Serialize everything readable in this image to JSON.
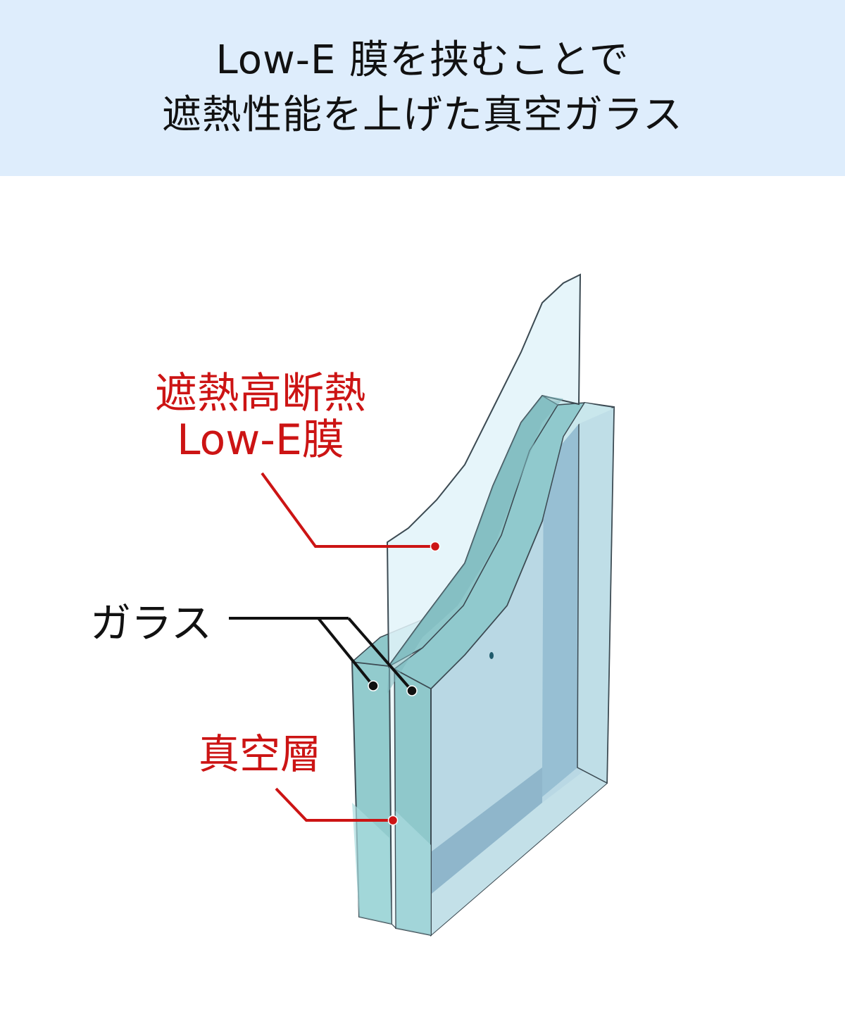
{
  "header": {
    "title_line1": "Low-E 膜を挟むことで",
    "title_line2": "遮熱性能を上げた真空ガラス",
    "background_color": "#deedfc"
  },
  "diagram": {
    "labels": {
      "lowe_film_line1": "遮熱高断熱",
      "lowe_film_line2": "Low-E膜",
      "glass": "ガラス",
      "vacuum_layer": "真空層"
    },
    "colors": {
      "red_label": "#cc1414",
      "black_label": "#111111",
      "glass_light": "#e3f4f9",
      "glass_teal": "#8cc7cc",
      "glass_edge": "#a6d3d6",
      "glass_face": "#b8d9e4",
      "glass_inner_shadow": "#94bcd0",
      "outline": "#3c4a52"
    },
    "callouts": [
      {
        "target": "lowe-film",
        "color": "red"
      },
      {
        "target": "glass-pane-front",
        "color": "black"
      },
      {
        "target": "glass-pane-back",
        "color": "black"
      },
      {
        "target": "vacuum-layer",
        "color": "red"
      }
    ]
  }
}
